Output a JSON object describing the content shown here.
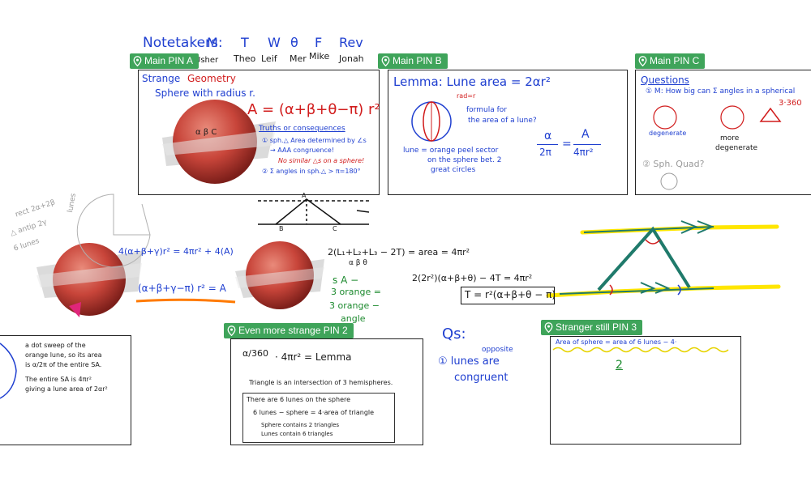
{
  "note_takers": {
    "heading": "Notetakers:",
    "days": [
      "M",
      "T",
      "W",
      "θ",
      "F",
      "Rev"
    ],
    "names": [
      "Usher",
      "Theo",
      "Leif",
      "Mer",
      "Mike",
      "Jonah"
    ]
  },
  "pins": {
    "a": {
      "label": "Main PIN A"
    },
    "b": {
      "label": "Main PIN B"
    },
    "c": {
      "label": "Main PIN C"
    },
    "d": {
      "label": "Even more strange PIN 2"
    },
    "e": {
      "label": "Stranger still PIN 3"
    }
  },
  "pin_a": {
    "title_1": "Strange",
    "title_2": "Geometry",
    "subtitle": "Sphere with radius r.",
    "formula": "A = (α+β+θ−π) r²",
    "truths": "Truths or consequences",
    "t1a": "① sph.△ Area determined by ∠s",
    "t1b": "→ AAA congruence!",
    "t1c": "No similar △s on a sphere!",
    "t2": "② Σ angles in sph.△ > π=180°",
    "sphere_label": "α  β  C"
  },
  "pin_b": {
    "lemma": "Lemma: Lune area = 2αr²",
    "rad": "rad=r",
    "note1": "formula for",
    "note2": "the area of a lune?",
    "lune1": "lune = orange peel sector",
    "lune2": "on the sphere bet. 2",
    "lune3": "great circles",
    "frac_l_num": "α",
    "frac_l_den": "2π",
    "eq": "=",
    "frac_r_num": "A",
    "frac_r_den": "4πr²"
  },
  "pin_c": {
    "questions": "Questions",
    "q1": "① M: How big can Σ angles in a spherical",
    "deg": "degenerate",
    "more_deg_1": "more",
    "more_deg_2": "degenerate",
    "num": "3·360",
    "q2": "② Sph. Quad?"
  },
  "middle": {
    "rect_text_1": "rect 2α+2β",
    "rect_text_2": "△ antip 2γ",
    "rect_text_3": "6 lunes",
    "lunes_label": "lunes",
    "eq1": "4(α+β+γ)r² = 4πr² + 4(A)",
    "eq2": "(α+β+γ−π) r² = A",
    "l_a": "A",
    "l_b": "B",
    "l_c": "C",
    "sA": "s A −",
    "orange1": "3 orange =",
    "orange2": "3 orange −",
    "tri": "angle",
    "big1": "2(L₁+L₂+L₃ − 2T) = area = 4πr²",
    "big2": "α β θ",
    "big3": "2(2r²)(α+β+θ) − 4T = 4πr²",
    "boxed": "T = r²(α+β+θ − π)"
  },
  "pin_1": {
    "l1": "a dot sweep of the",
    "l2": "orange lune, so its area",
    "l3": "is α/2π of the entire SA.",
    "l4": "The entire SA is 4πr²",
    "l5": "giving a lune area of 2αr²"
  },
  "pin_2": {
    "frac": "α/360",
    "eq": "· 4πr² = Lemma",
    "tri": "Triangle is an intersection of 3 hemispheres.",
    "box1": "There are 6 lunes on the sphere",
    "box2": "6 lunes − sphere = 4·area of triangle",
    "box3": "Sphere contains 2 triangles",
    "box4": "Lunes contain 6 triangles"
  },
  "qs": {
    "title": "Qs:",
    "l1": "① lunes are",
    "opp": "opposite",
    "l2": "congruent"
  },
  "pin_3": {
    "l1": "Area of sphere = area of 6 lunes − 4·",
    "l2": "2"
  },
  "colors": {
    "pin_green": "#3fa45a",
    "ink_blue": "#1f3fd0",
    "ink_red": "#d11c1c",
    "ink_green": "#1c8a2e",
    "highlight_yellow": "#ffe600",
    "highlight_orange": "#ff7a00",
    "teal": "#1f7a6b"
  }
}
